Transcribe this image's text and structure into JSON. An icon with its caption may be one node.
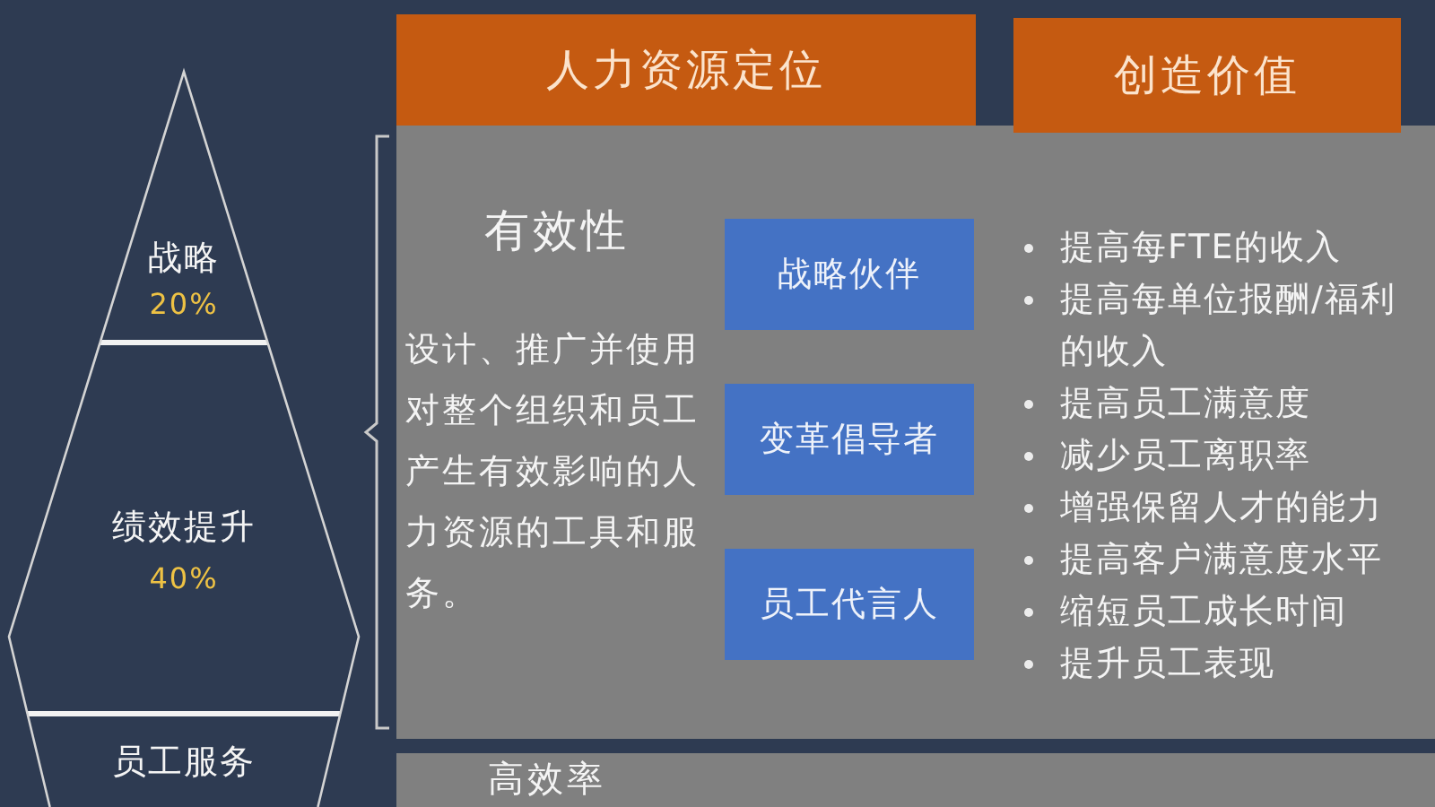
{
  "diagram": {
    "nodes": [
      {
        "text": [
          "战略",
          "20%"
        ]
      },
      {
        "text": [
          "绩效提升",
          "40%"
        ]
      },
      {
        "text": [
          "员工服务"
        ]
      },
      {
        "text": [
          "人力资源定位"
        ]
      },
      {
        "text": [
          "创造价值"
        ]
      },
      {
        "text": [
          "有效性",
          "设计、推广并使用对整个组织和员工产生有效影响的人力资源的工具和服务。",
          "提高每FTE的收入",
          "提高每单位报酬/福利的收入",
          "提高员工满意度",
          "减少员工离职率",
          "增强保留人才的能力",
          "提高客户满意度水平",
          "缩短员工成长时间",
          "提升员工表现"
        ]
      },
      {
        "text": [
          "战略伙伴"
        ],
        "in": 5
      },
      {
        "text": [
          "变革倡导者"
        ],
        "in": 5
      },
      {
        "text": [
          "员工代言人"
        ],
        "in": 5
      },
      {
        "text": [
          "高效率"
        ]
      }
    ]
  }
}
